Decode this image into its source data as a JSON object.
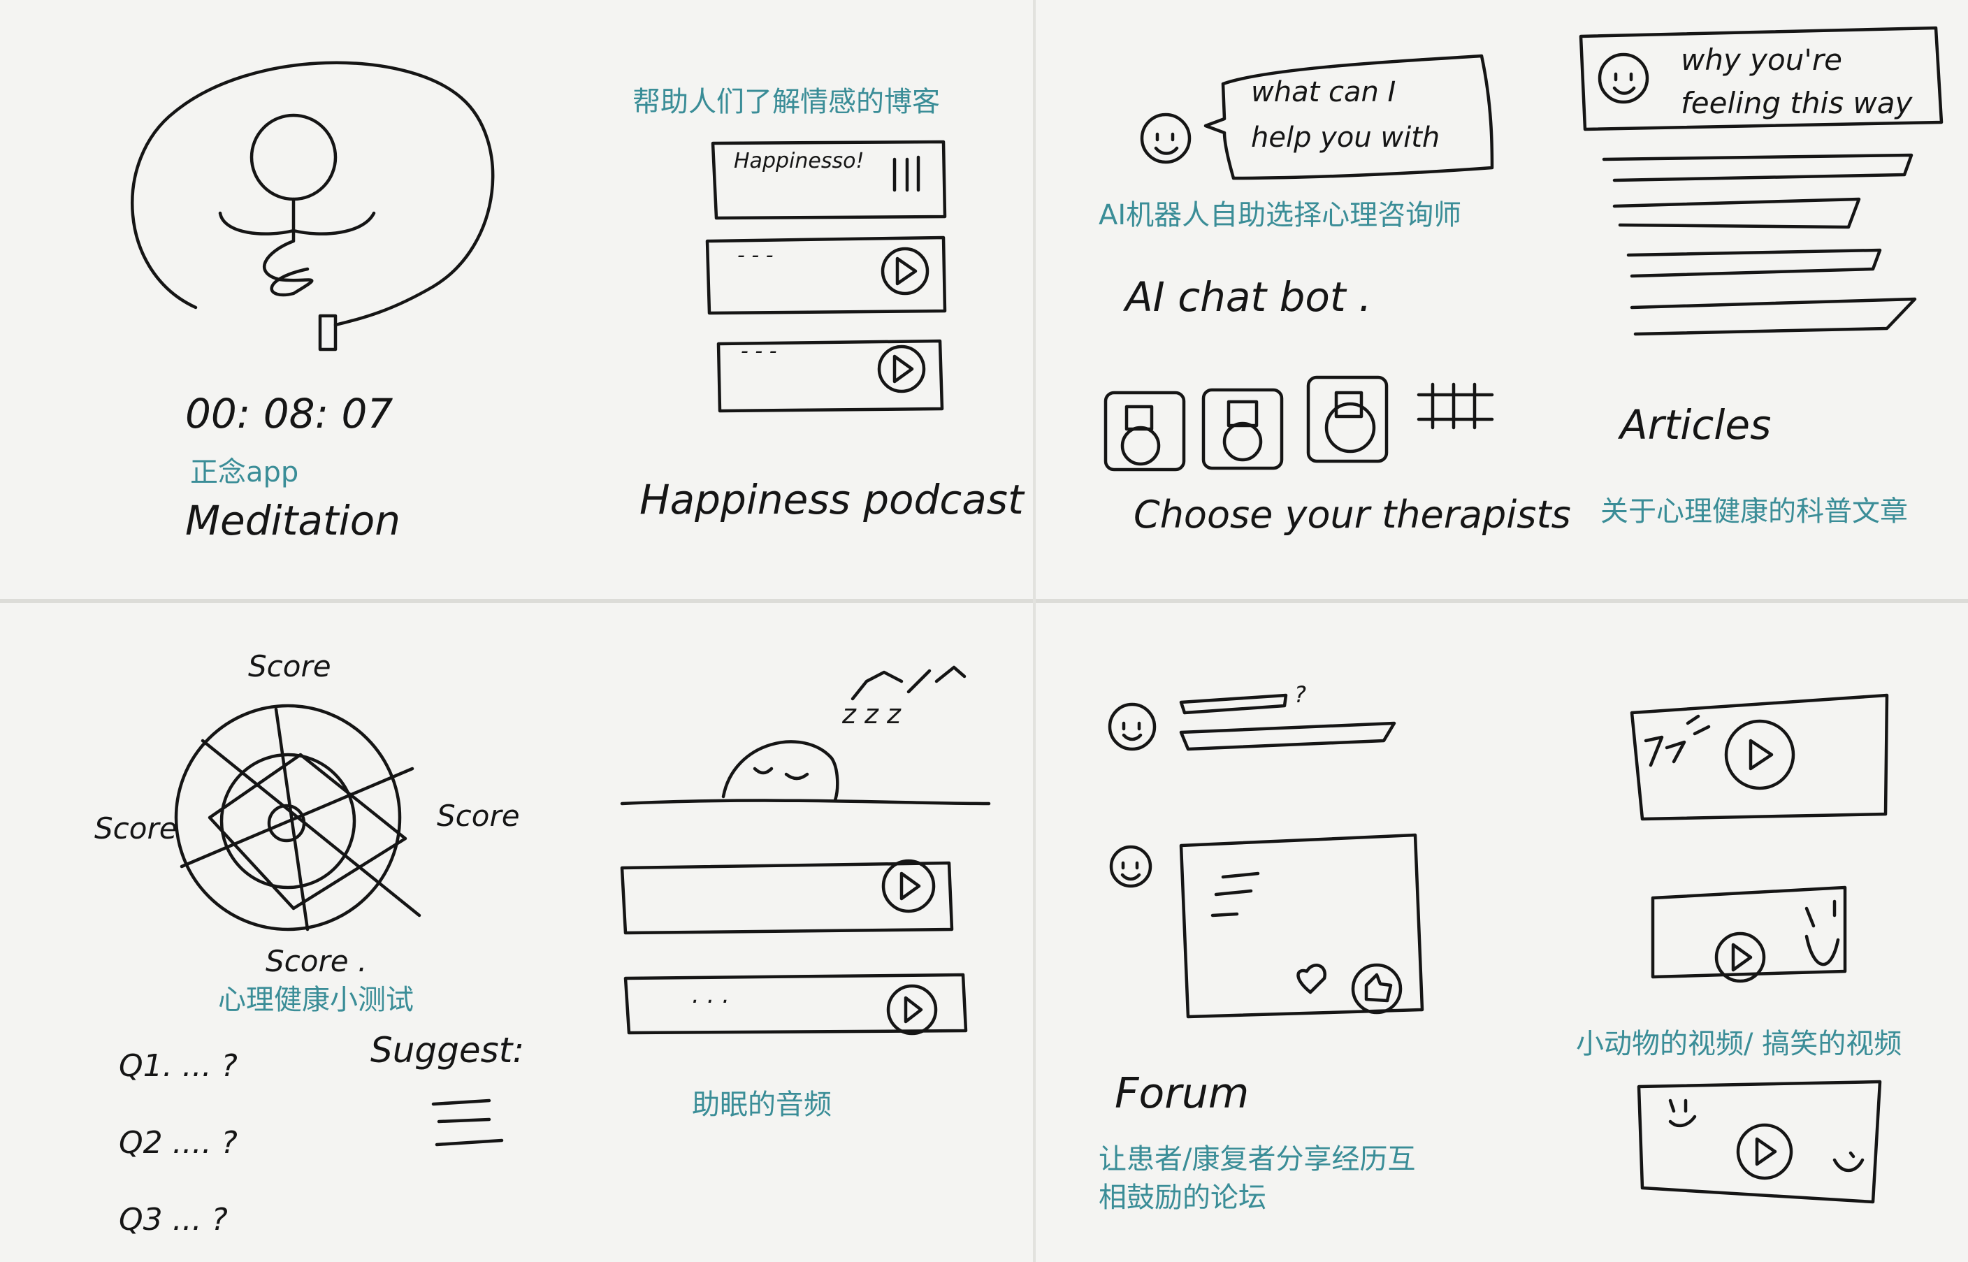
{
  "colors": {
    "paper": "#f4f4f2",
    "ink": "#151515",
    "caption": "#3a8d97"
  },
  "meditation": {
    "timer": "00: 08: 07",
    "title": "Meditation",
    "caption": "正念app"
  },
  "podcast": {
    "caption": "帮助人们了解情感的博客",
    "header_text": "Happinesso!",
    "row_dots": "- - -",
    "title": "Happiness podcast"
  },
  "chatbot": {
    "bubble_line1": "what can I",
    "bubble_line2": "help you with",
    "caption": "AI机器人自助选择心理咨询师",
    "title": "AI chat bot .",
    "therapist_label": "Choose your therapists"
  },
  "articles": {
    "header_line1": "why you're",
    "header_line2": "feeling this way",
    "title": "Articles",
    "caption": "关于心理健康的科普文章"
  },
  "quiz": {
    "score_top": "Score",
    "score_left": "Score",
    "score_right": "Score",
    "score_bottom": "Score .",
    "caption": "心理健康小测试",
    "q1": "Q1. ... ?",
    "q2": "Q2 .... ?",
    "q3": "Q3 ... ?",
    "suggest": "Suggest:"
  },
  "sleep": {
    "zzz": "z z z",
    "row_dots": ". . .",
    "caption": "助眠的音频"
  },
  "forum": {
    "title": "Forum",
    "caption_line1": "让患者/康复者分享经历互",
    "caption_line2": "相鼓励的论坛"
  },
  "videos": {
    "caption": "小动物的视频/ 搞笑的视频"
  }
}
